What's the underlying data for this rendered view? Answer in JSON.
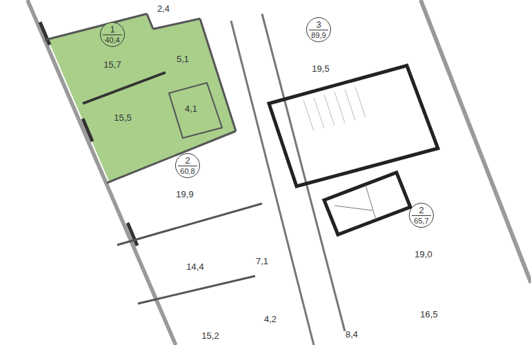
{
  "diagram": {
    "nodes": [
      {
        "text": [
          "1",
          "40,4"
        ]
      },
      {
        "text": [
          "3",
          "89,9"
        ]
      },
      {
        "text": [
          "2",
          "60,8"
        ]
      },
      {
        "text": [
          "2",
          "65,7"
        ]
      }
    ],
    "labels": [
      "2,4",
      "15,7",
      "5,1",
      "4,1",
      "15,5",
      "19,5",
      "19,9",
      "14,4",
      "7,1",
      "4,2",
      "15,2",
      "8,4",
      "19,0",
      "16,5"
    ]
  }
}
